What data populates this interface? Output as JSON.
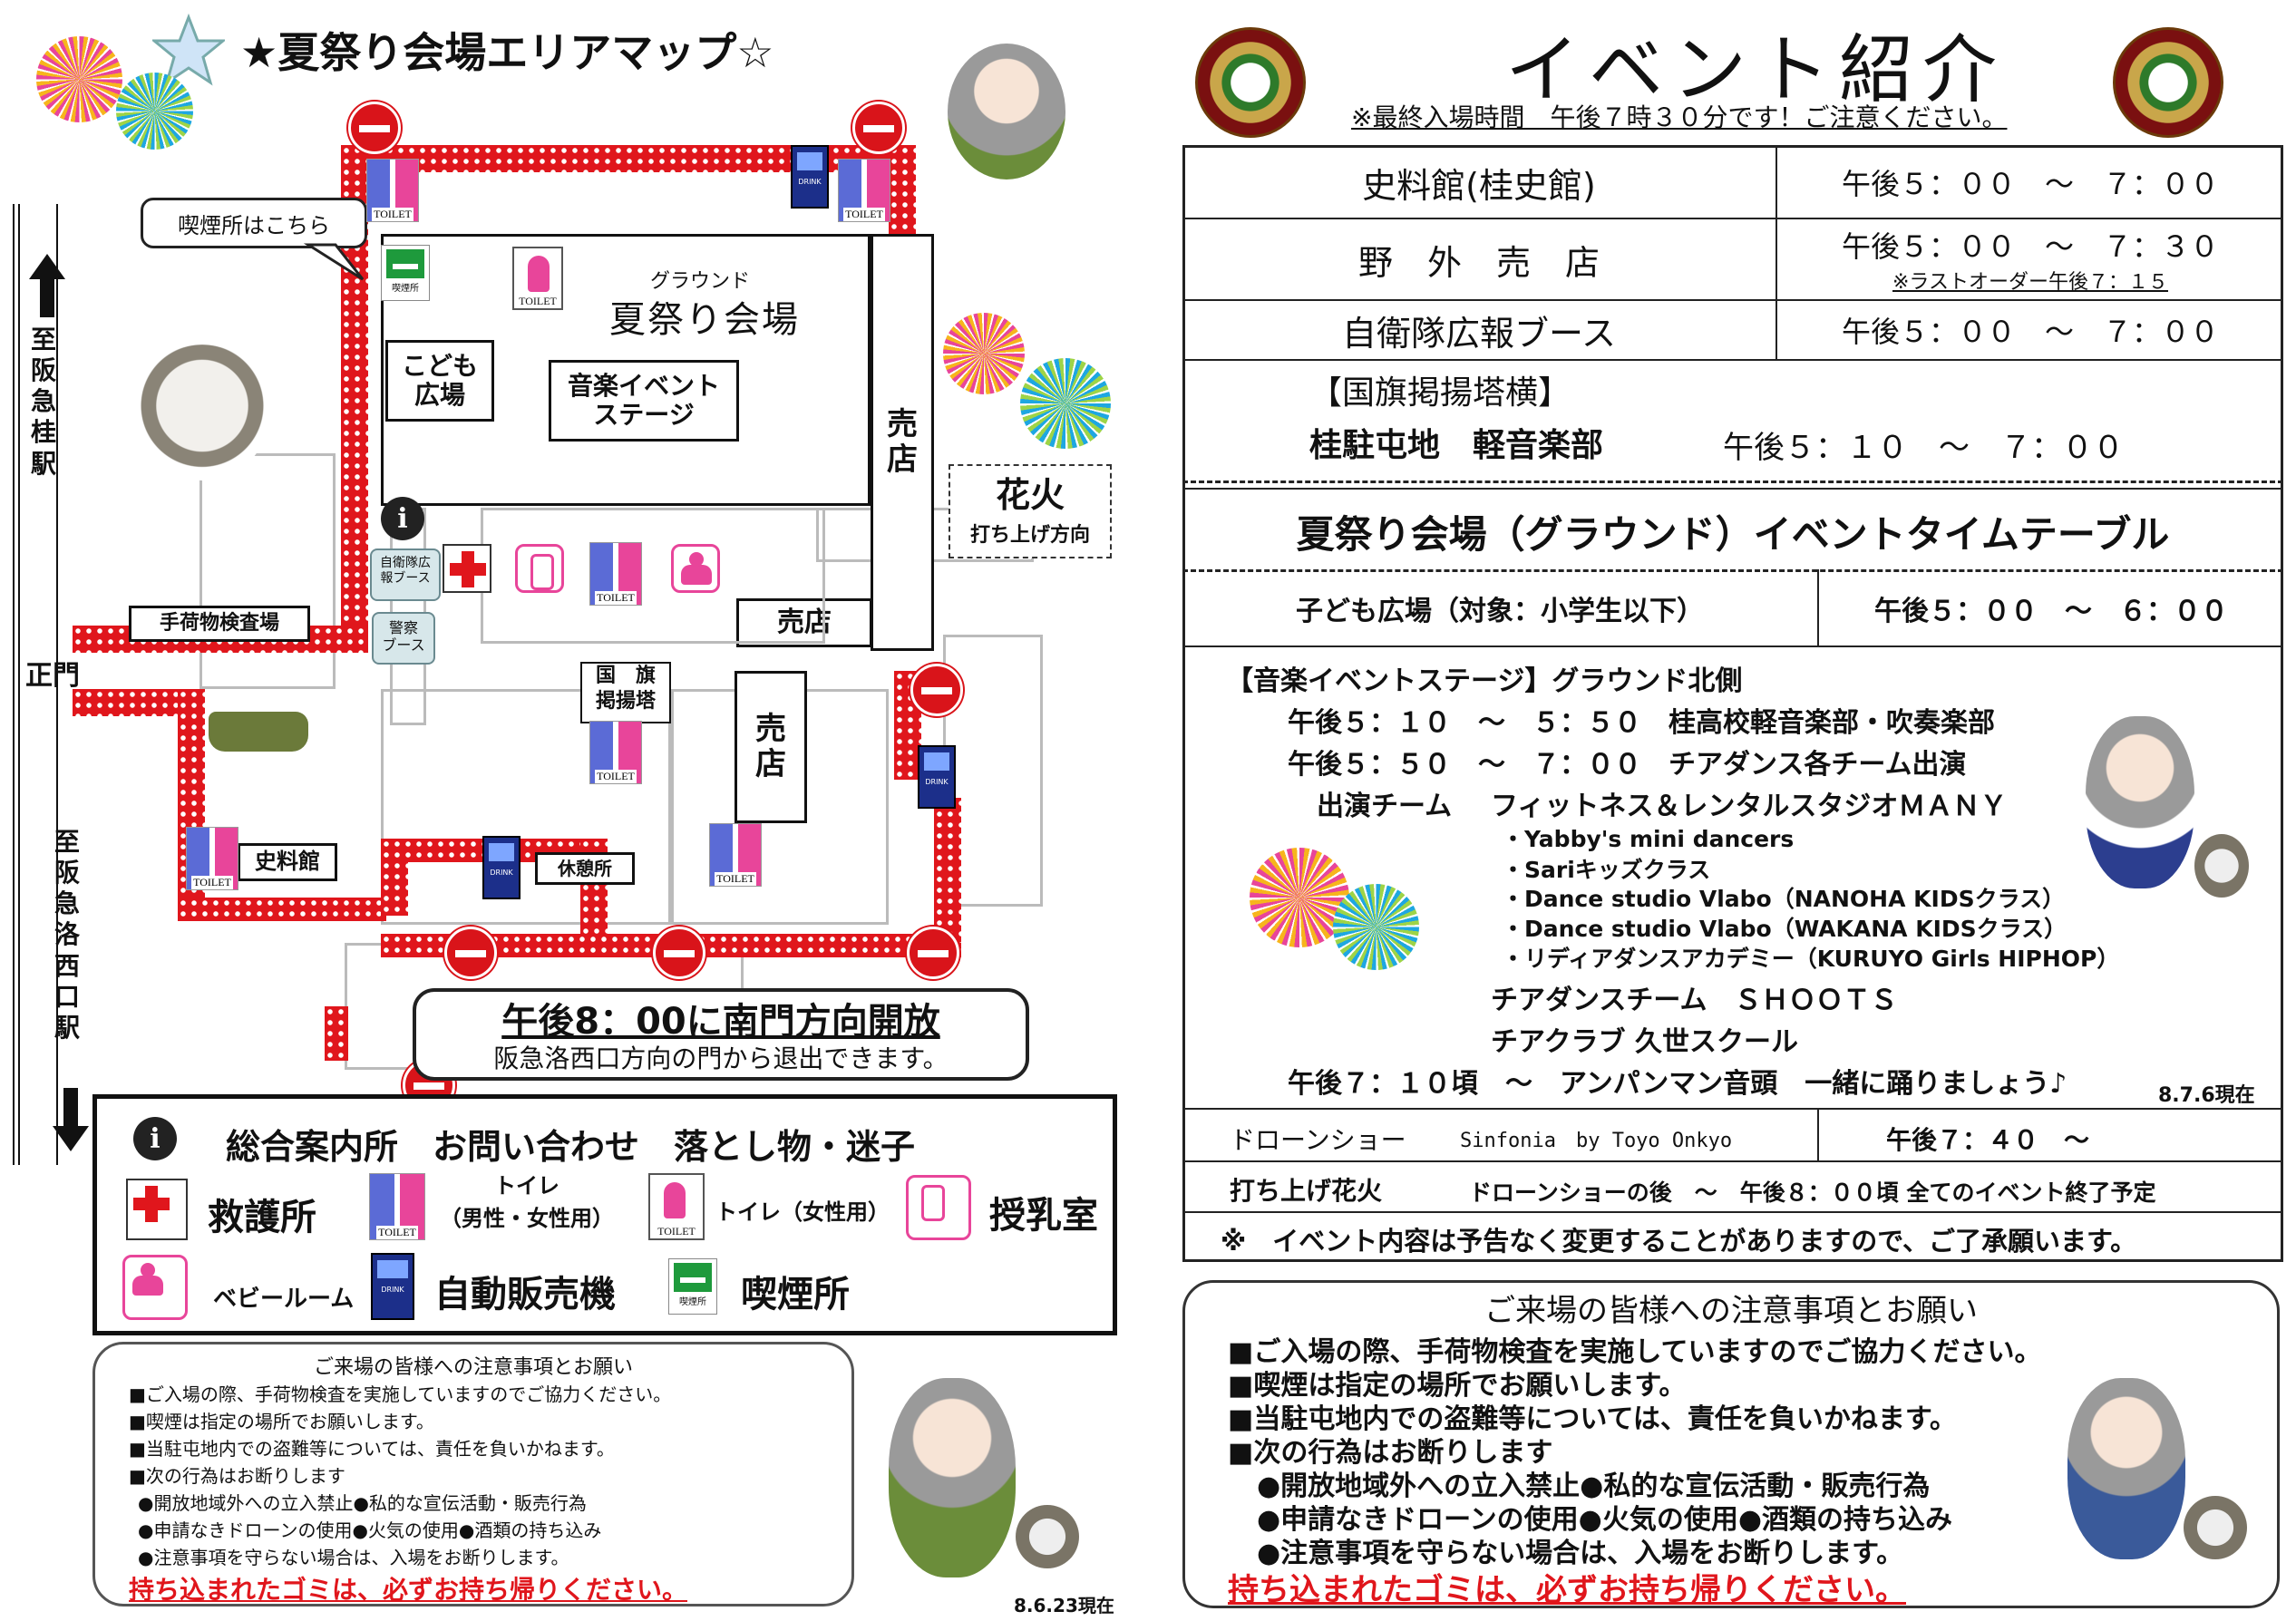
{
  "map": {
    "title": "★夏祭り会場エリアマップ☆",
    "smoking_callout": "喫煙所はこちら",
    "ground_ruby": "グラウンド",
    "ground_name": "夏祭り会場",
    "kids_plaza": "こども\n広場",
    "music_stage": "音楽イベント\nステージ",
    "shop1": "売\n店",
    "shop2": "売店",
    "shop3": "売\n店",
    "fireworks_title": "花火",
    "fireworks_sub": "打ち上げ方向",
    "pr_booth": "自衛隊広\n報ブース",
    "police_booth": "警察\nブース",
    "baggage_check": "手荷物検査場",
    "flag_tower": "国　旗\n掲揚塔",
    "history_hall": "史料館",
    "rest_area": "休憩所",
    "main_gate": "正門",
    "to_katsura": "至\n阪\n急\n桂\n駅",
    "to_rakusai": "至\n阪\n急\n洛\n西\n口\n駅",
    "south_gate_title": "午後8：00に南門方向開放",
    "south_gate_sub": "阪急洛西口方向の門から退出できます。",
    "toilet_label": "TOILET",
    "smoke_label": "喫煙所"
  },
  "legend": {
    "info": "総合案内所　お問い合わせ　落とし物・迷子",
    "first_aid": "救護所",
    "toilet": "トイレ\n（男性・女性用）",
    "toilet_female": "トイレ（女性用）",
    "nursing": "授乳室",
    "baby_room": "ベビールーム",
    "vending": "自動販売機",
    "smoking": "喫煙所"
  },
  "left_notes": {
    "title": "ご来場の皆様への注意事項とお願い",
    "lines": [
      "■ご入場の際、手荷物検査を実施していますのでご協力ください。",
      "■喫煙は指定の場所でお願いします。",
      "■当駐屯地内での盗難等については、責任を負いかねます。",
      "■次の行為はお断りします",
      "●開放地域外への立入禁止●私的な宣伝活動・販売行為",
      "●申請なきドローンの使用●火気の使用●酒類の持ち込み",
      "●注意事項を守らない場合は、入場をお断りします。"
    ],
    "warning": "持ち込まれたゴミは、必ずお持ち帰りください。",
    "date": "8.6.23現在"
  },
  "events": {
    "title": "イベント紹介",
    "notice": "※最終入場時間　午後７時３０分です！ご注意ください。",
    "rows": [
      {
        "name": "史料館(桂史館)",
        "time": "午後５：００　～　７：００"
      },
      {
        "name": "野　外　売　店",
        "time": "午後５：００　～　７：３０",
        "note": "※ラストオーダー午後７：１５"
      },
      {
        "name": "自衛隊広報ブース",
        "time": "午後５：００　～　７：００"
      }
    ],
    "flagpole_header": "【国旗掲揚塔横】",
    "flagpole_name": "桂駐屯地　軽音楽部",
    "flagpole_time": "午後５：１０　～　７：００",
    "timetable_title": "夏祭り会場（グラウンド）イベントタイムテーブル",
    "kids_name": "子ども広場（対象：小学生以下）",
    "kids_time": "午後５：００　～　６：００",
    "music_header": "【音楽イベントステージ】グラウンド北側",
    "music_1": "午後５：１０　～　５：５０　桂高校軽音楽部・吹奏楽部",
    "music_2": "午後５：５０　～　７：００　チアダンス各チーム出演",
    "teams_label": "出演チーム",
    "team_main": "フィットネス＆レンタルスタジオＭＡＮＹ",
    "teams": [
      "・Yabby's mini dancers",
      "・Sariキッズクラス",
      "・Dance studio Vlabo（NANOHA KIDSクラス）",
      "・Dance studio Vlabo（WAKANA KIDSクラス）",
      "・リディアダンスアカデミー（KURUYO Girls HIPHOP）"
    ],
    "team_2": "チアダンスチーム　ＳＨＯＯＴＳ",
    "team_3": "チアクラブ 久世スクール",
    "anpanman": "午後７：１０頃　～　アンパンマン音頭　一緒に踊りましょう♪",
    "date": "8.7.6現在",
    "drone_name": "ドローンショー",
    "drone_sponsor": "Sinfonia　by Toyo Onkyo",
    "drone_time": "午後７：４０　～",
    "fireworks_name": "打ち上げ花火",
    "fireworks_time": "ドローンショーの後　～　午後８：００頃 全てのイベント終了予定",
    "disclaimer": "※　イベント内容は予告なく変更することがありますので、ご了承願います。"
  },
  "right_notes": {
    "title": "ご来場の皆様への注意事項とお願い",
    "lines": [
      "■ご入場の際、手荷物検査を実施していますのでご協力ください。",
      "■喫煙は指定の場所でお願いします。",
      "■当駐屯地内での盗難等については、責任を負いかねます。",
      "■次の行為はお断りします",
      "●開放地域外への立入禁止●私的な宣伝活動・販売行為",
      "●申請なきドローンの使用●火気の使用●酒類の持ち込み",
      "●注意事項を守らない場合は、入場をお断りします。"
    ],
    "warning": "持ち込まれたゴミは、必ずお持ち帰りください。"
  },
  "colors": {
    "route_red": "#e0161c",
    "pink": "#e8459a",
    "warning_red": "#e0161c"
  }
}
